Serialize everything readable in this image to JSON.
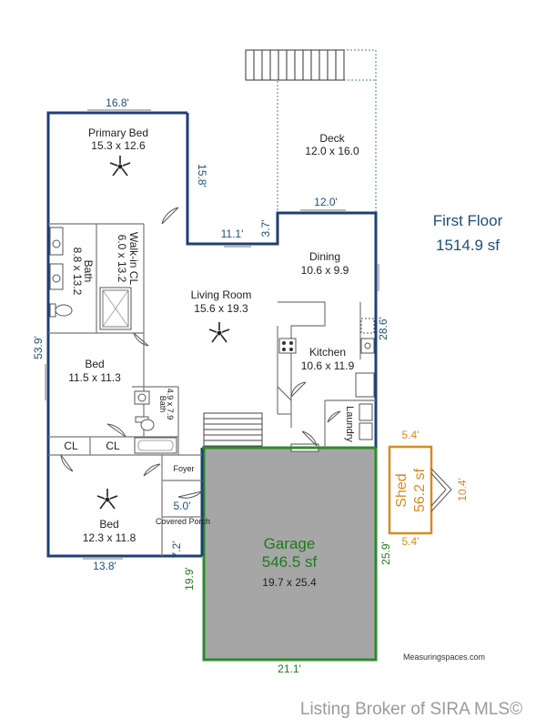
{
  "floor": {
    "title": "First Floor",
    "area": "1514.9 sf"
  },
  "rooms": {
    "primary_bed": {
      "name": "Primary Bed",
      "size": "15.3 x 12.6"
    },
    "deck": {
      "name": "Deck",
      "size": "12.0 x 16.0"
    },
    "walkin": {
      "name": "Walk-in CL",
      "size": "6.0 x 13.2"
    },
    "bath1": {
      "name": "Bath",
      "size": "8.8 x 13.2"
    },
    "dining": {
      "name": "Dining",
      "size": "10.6 x 9.9"
    },
    "living": {
      "name": "Living Room",
      "size": "15.6 x 19.3"
    },
    "kitchen": {
      "name": "Kitchen",
      "size": "10.6 x 11.9"
    },
    "bed2": {
      "name": "Bed",
      "size": "11.5 x 11.3"
    },
    "bath2": {
      "name": "Bath",
      "size": "4.9 x 7.9"
    },
    "laundry": {
      "name": "Laundry"
    },
    "cl1": {
      "name": "CL"
    },
    "cl2": {
      "name": "CL"
    },
    "foyer": {
      "name": "Foyer"
    },
    "porch": {
      "name": "Covered Porch"
    },
    "bed3": {
      "name": "Bed",
      "size": "12.3 x 11.8"
    },
    "garage": {
      "name": "Garage",
      "area": "546.5 sf",
      "size": "19.7 x 25.4"
    },
    "shed": {
      "name": "Shed",
      "area": "56.2 sf"
    }
  },
  "dimensions": {
    "top_primary": "16.8'",
    "primary_right": "15.8'",
    "step_horizontal": "11.1'",
    "step_vertical": "3.7'",
    "dining_top": "12.0'",
    "right_side": "28.6'",
    "left_side": "53.9'",
    "bottom_bed": "13.8'",
    "porch_width": "5.0'",
    "porch_depth": "7.2'",
    "left_garage": "19.9'",
    "right_garage": "25.9'",
    "bottom_garage": "21.1'",
    "shed_top": "5.4'",
    "shed_bottom": "5.4'",
    "shed_side": "10.4'"
  },
  "credits": {
    "measure": "Measuringspaces.com",
    "broker": "Listing Broker of SIRA MLS©"
  },
  "colors": {
    "wall": "#1f3f73",
    "garage_fill": "#a6a6a6",
    "garage_wall": "#2e8b2e",
    "shed": "#d98a1e"
  }
}
